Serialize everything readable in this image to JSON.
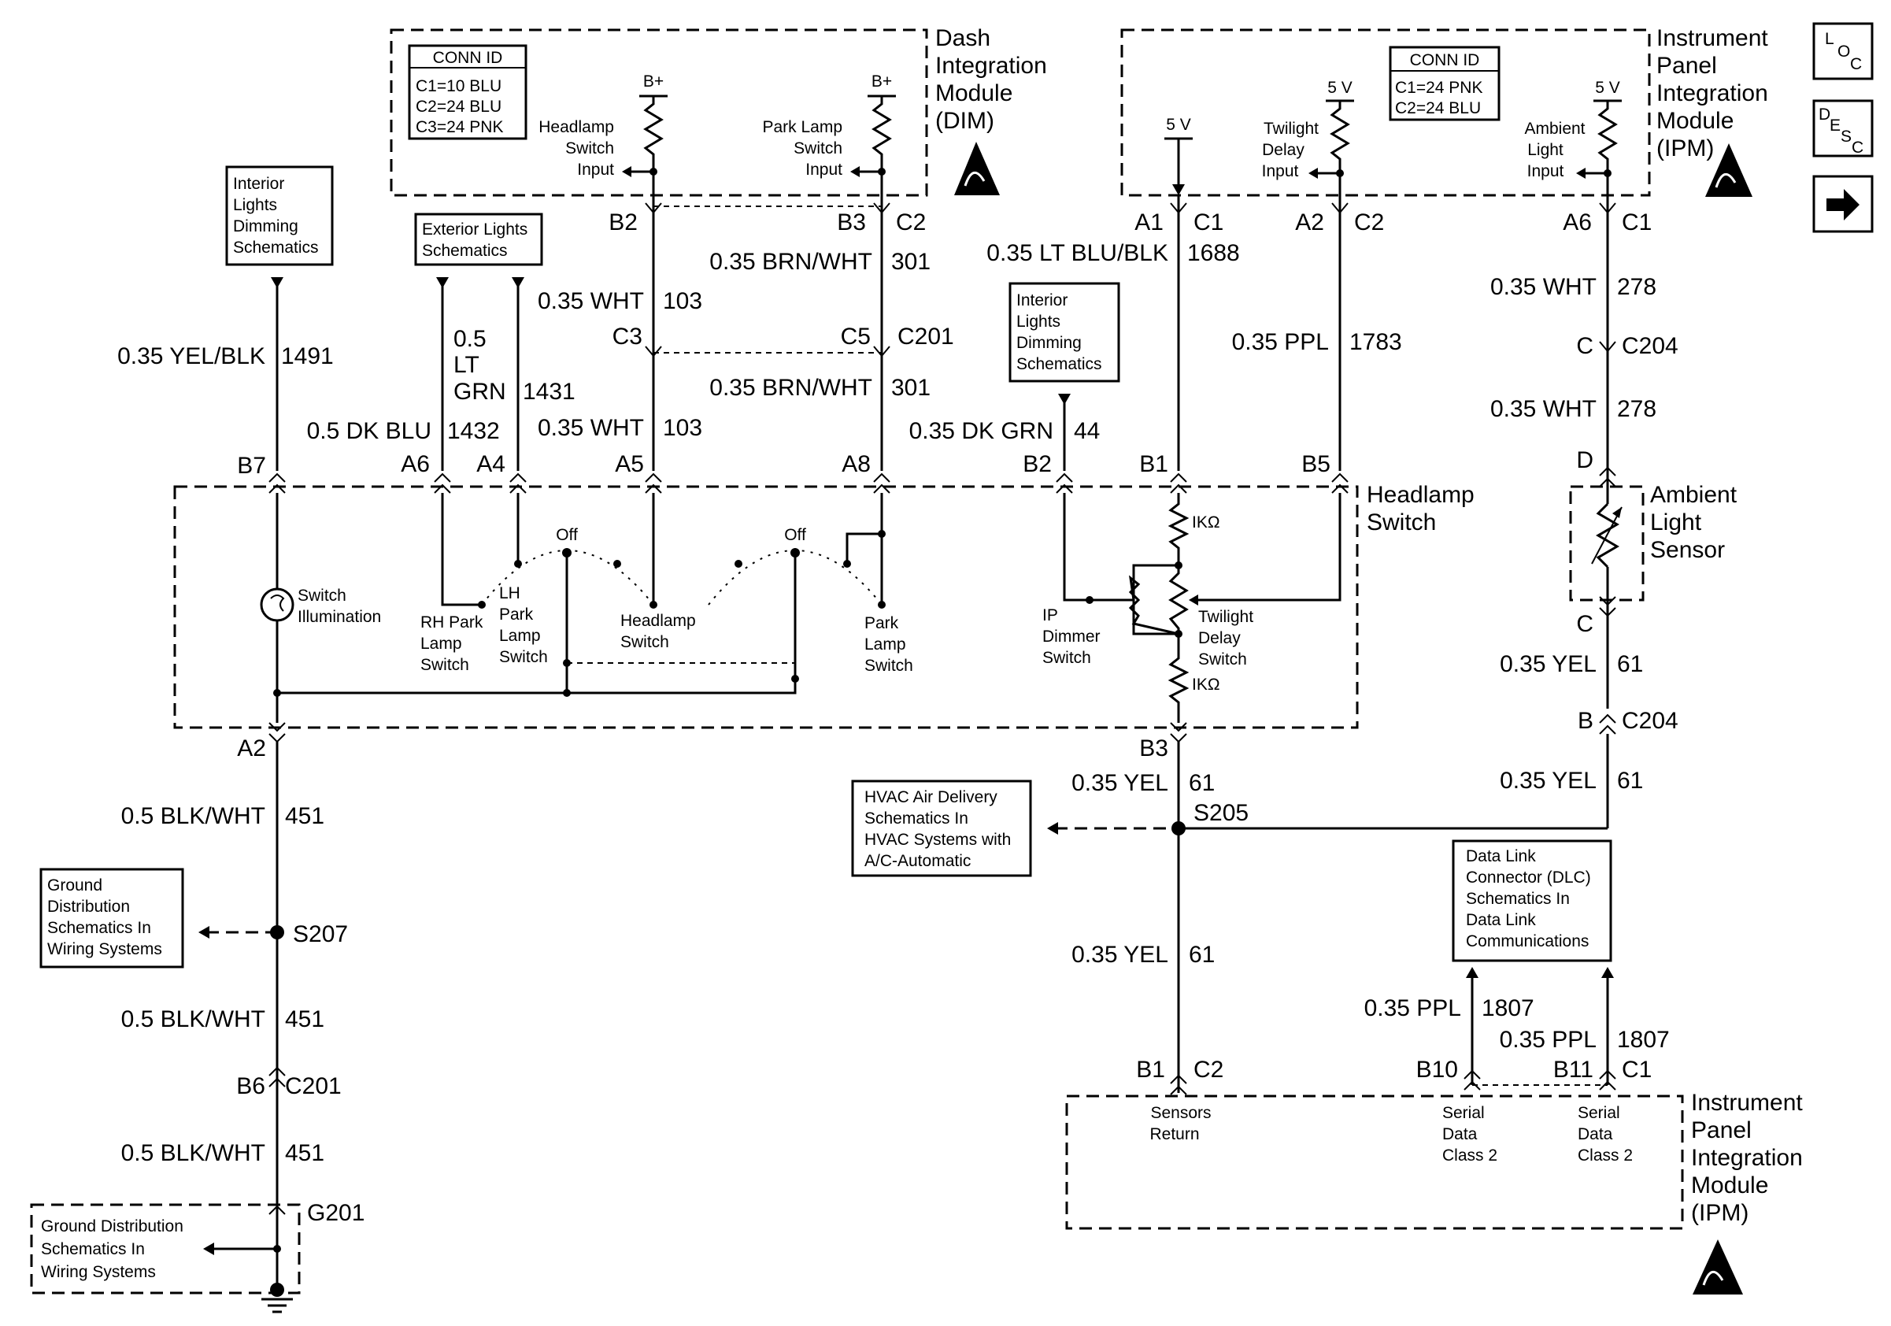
{
  "modules": {
    "dim": {
      "title": [
        "Dash",
        "Integration",
        "Module",
        "(DIM)"
      ]
    },
    "ipm_top": {
      "title": [
        "Instrument",
        "Panel",
        "Integration",
        "Module",
        "(IPM)"
      ]
    },
    "ipm_bottom": {
      "title": [
        "Instrument",
        "Panel",
        "Integration",
        "Module",
        "(IPM)"
      ]
    },
    "headlamp_switch": {
      "title": [
        "Headlamp",
        "Switch"
      ]
    },
    "ambient_sensor": {
      "title": [
        "Ambient",
        "Light",
        "Sensor"
      ]
    }
  },
  "conn_id": {
    "dim": {
      "header": "CONN ID",
      "lines": [
        "C1=10 BLU",
        "C2=24 BLU",
        "C3=24 PNK"
      ]
    },
    "ipm": {
      "header": "CONN ID",
      "lines": [
        "C1=24 PNK",
        "C2=24 BLU"
      ]
    }
  },
  "inputs": {
    "headlamp": [
      "Headlamp",
      "Switch",
      "Input"
    ],
    "parklamp": [
      "Park Lamp",
      "Switch",
      "Input"
    ],
    "twilight": [
      "Twilight",
      "Delay",
      "Input"
    ],
    "ambient": [
      "Ambient",
      "Light",
      "Input"
    ],
    "bplus1": "B+",
    "bplus2": "B+",
    "v5a": "5 V",
    "v5b": "5 V",
    "v5c": "5 V"
  },
  "refs": {
    "int_dim_left": [
      "Interior",
      "Lights",
      "Dimming",
      "Schematics"
    ],
    "ext_lights": [
      "Exterior Lights",
      "Schematics"
    ],
    "int_dim_mid": [
      "Interior",
      "Lights",
      "Dimming",
      "Schematics"
    ],
    "hvac": [
      "HVAC Air Delivery",
      "Schematics In",
      "HVAC Systems with",
      "A/C-Automatic"
    ],
    "ground_dist": [
      "Ground",
      "Distribution",
      "Schematics In",
      "Wiring Systems"
    ],
    "ground_dist2": [
      "Ground Distribution",
      "Schematics In",
      "Wiring Systems"
    ],
    "dlc": [
      "Data Link",
      "Connector (DLC)",
      "Schematics In",
      "Data Link",
      "Communications"
    ]
  },
  "wires": {
    "w1491": {
      "gauge": "0.35 YEL/BLK",
      "circuit": "1491"
    },
    "w1432": {
      "gauge": "0.5 DK BLU",
      "circuit": "1432"
    },
    "w1431": {
      "gauge": [
        "0.5",
        "LT",
        "GRN"
      ],
      "circuit": "1431"
    },
    "w103a": {
      "gauge": "0.35 WHT",
      "circuit": "103"
    },
    "w103b": {
      "gauge": "0.35 WHT",
      "circuit": "103"
    },
    "w301a": {
      "gauge": "0.35 BRN/WHT",
      "circuit": "301"
    },
    "w301b": {
      "gauge": "0.35 BRN/WHT",
      "circuit": "301"
    },
    "w44": {
      "gauge": "0.35 DK GRN",
      "circuit": "44"
    },
    "w1688": {
      "gauge": "0.35 LT BLU/BLK",
      "circuit": "1688"
    },
    "w1783": {
      "gauge": "0.35 PPL",
      "circuit": "1783"
    },
    "w278a": {
      "gauge": "0.35 WHT",
      "circuit": "278"
    },
    "w278b": {
      "gauge": "0.35 WHT",
      "circuit": "278"
    },
    "w61a": {
      "gauge": "0.35 YEL",
      "circuit": "61"
    },
    "w61b": {
      "gauge": "0.35 YEL",
      "circuit": "61"
    },
    "w61c": {
      "gauge": "0.35 YEL",
      "circuit": "61"
    },
    "w61d": {
      "gauge": "0.35 YEL",
      "circuit": "61"
    },
    "w451a": {
      "gauge": "0.5 BLK/WHT",
      "circuit": "451"
    },
    "w451b": {
      "gauge": "0.5 BLK/WHT",
      "circuit": "451"
    },
    "w451c": {
      "gauge": "0.5 BLK/WHT",
      "circuit": "451"
    },
    "w1807a": {
      "gauge": "0.35 PPL",
      "circuit": "1807"
    },
    "w1807b": {
      "gauge": "0.35 PPL",
      "circuit": "1807"
    }
  },
  "pins": {
    "b2_dim": "B2",
    "b3_dim": "B3",
    "c2_dim": "C2",
    "c3": "C3",
    "c5": "C5",
    "c201a": "C201",
    "a1": "A1",
    "c1a": "C1",
    "a2_ipm": "A2",
    "c2_ipm": "C2",
    "a6_ipm": "A6",
    "c1b": "C1",
    "c_a": "C",
    "c204a": "C204",
    "d": "D",
    "c_b": "C",
    "b_204": "B",
    "c204b": "C204",
    "b7": "B7",
    "a6": "A6",
    "a4": "A4",
    "a5": "A5",
    "a8": "A8",
    "b2_hs": "B2",
    "b1_hs": "B1",
    "b5": "B5",
    "a2_hs": "A2",
    "b3_hs": "B3",
    "s205": "S205",
    "s207": "S207",
    "b6": "B6",
    "c201b": "C201",
    "g201": "G201",
    "b1_ipm": "B1",
    "c2_ipmb": "C2",
    "b10": "B10",
    "b11": "B11",
    "c1_ipmb": "C1"
  },
  "switch_labels": {
    "switch_illum": [
      "Switch",
      "Illumination"
    ],
    "rh_park": [
      "RH Park",
      "Lamp",
      "Switch"
    ],
    "lh_park": [
      "LH",
      "Park",
      "Lamp",
      "Switch"
    ],
    "headlamp_sw": [
      "Headlamp",
      "Switch"
    ],
    "park_lamp_sw": [
      "Park",
      "Lamp",
      "Switch"
    ],
    "off1": "Off",
    "off2": "Off",
    "ip_dimmer": [
      "IP",
      "Dimmer",
      "Switch"
    ],
    "twilight_sw": [
      "Twilight",
      "Delay",
      "Switch"
    ],
    "r1": "IKΩ",
    "r2": "IKΩ"
  },
  "ipm_inputs": {
    "sensors_return": [
      "Sensors",
      "Return"
    ],
    "serial1": [
      "Serial",
      "Data",
      "Class 2"
    ],
    "serial2": [
      "Serial",
      "Data",
      "Class 2"
    ]
  },
  "side_icons": {
    "loc": [
      "L",
      "O",
      "C"
    ],
    "desc": [
      "D",
      "E",
      "S",
      "C"
    ],
    "next": "right-arrow-icon"
  }
}
